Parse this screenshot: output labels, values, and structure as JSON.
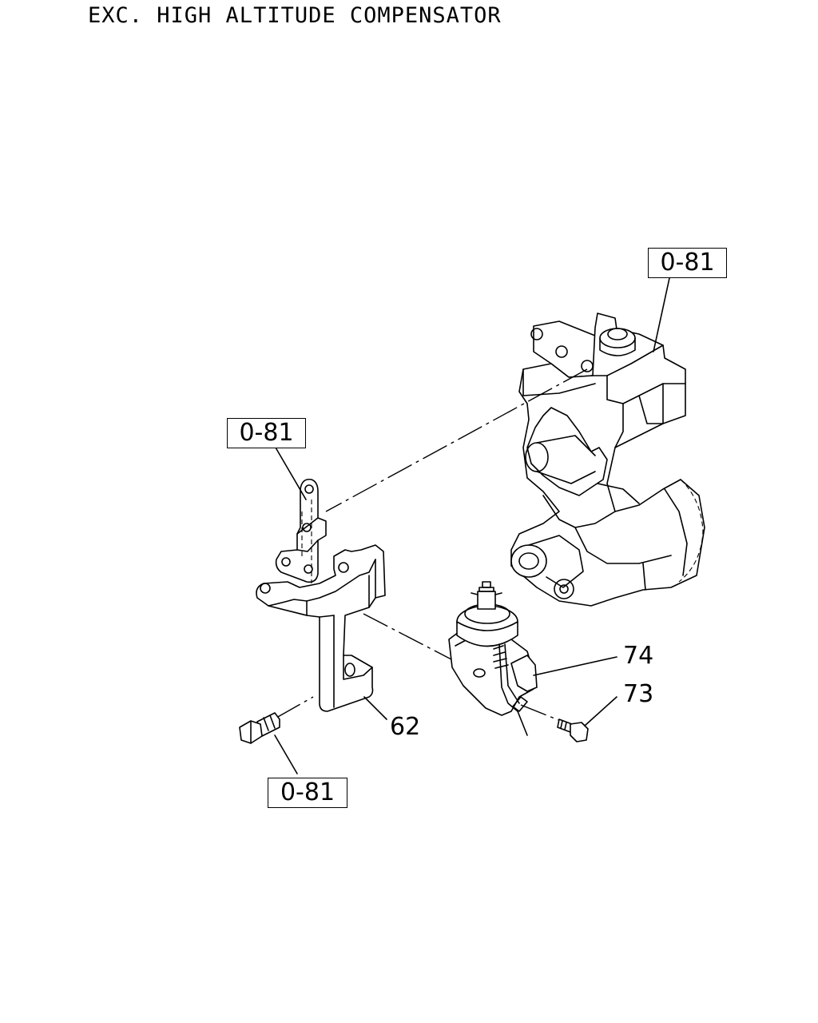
{
  "title": "EXC. HIGH ALTITUDE COMPENSATOR",
  "refs": {
    "engine": "0-81",
    "upper_bracket": "0-81",
    "bolt": "0-81"
  },
  "callouts": {
    "bracket": "62",
    "bolt_small": "73",
    "compensator": "74"
  }
}
